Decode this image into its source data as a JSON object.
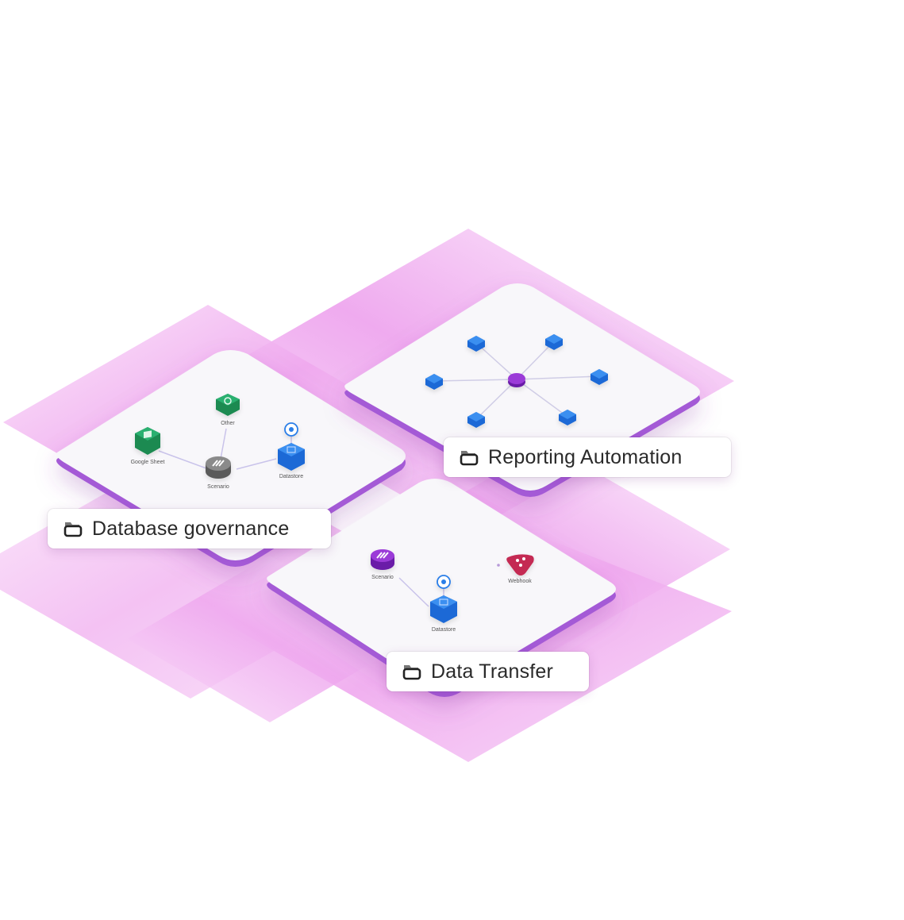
{
  "colors": {
    "pink_plane": "#f0aef0",
    "card_edge": "#a45ad6",
    "card_face": "#f8f7fa",
    "green": "#1f9a5c",
    "blue": "#2a7ee8",
    "purple": "#8a2dc9",
    "gray": "#6f6f6f",
    "red": "#d0305a"
  },
  "cards": [
    {
      "id": "database-governance",
      "title": "Database governance",
      "icon": "folder-icon",
      "nodes": [
        {
          "label": "Google Sheet",
          "icon": "google-sheet-icon",
          "color": "green"
        },
        {
          "label": "Other",
          "icon": "other-app-icon",
          "color": "green"
        },
        {
          "label": "Scenario",
          "icon": "make-logo-icon",
          "color": "gray"
        },
        {
          "label": "Datastore",
          "icon": "datastore-icon",
          "color": "blue"
        }
      ]
    },
    {
      "id": "reporting-automation",
      "title": "Reporting Automation",
      "icon": "folder-icon",
      "nodes": [
        {
          "label": "",
          "icon": "make-logo-icon",
          "color": "purple"
        },
        {
          "label": "",
          "icon": "datastore-icon",
          "color": "blue"
        },
        {
          "label": "",
          "icon": "datastore-icon",
          "color": "blue"
        },
        {
          "label": "",
          "icon": "datastore-icon",
          "color": "blue"
        },
        {
          "label": "",
          "icon": "datastore-icon",
          "color": "blue"
        },
        {
          "label": "",
          "icon": "datastore-icon",
          "color": "blue"
        },
        {
          "label": "",
          "icon": "datastore-icon",
          "color": "blue"
        }
      ]
    },
    {
      "id": "data-transfer",
      "title": "Data Transfer",
      "icon": "folder-icon",
      "nodes": [
        {
          "label": "Scenario",
          "icon": "make-logo-icon",
          "color": "purple"
        },
        {
          "label": "Datastore",
          "icon": "datastore-icon",
          "color": "blue"
        },
        {
          "label": "Webhook",
          "icon": "webhook-icon",
          "color": "red"
        }
      ]
    }
  ]
}
